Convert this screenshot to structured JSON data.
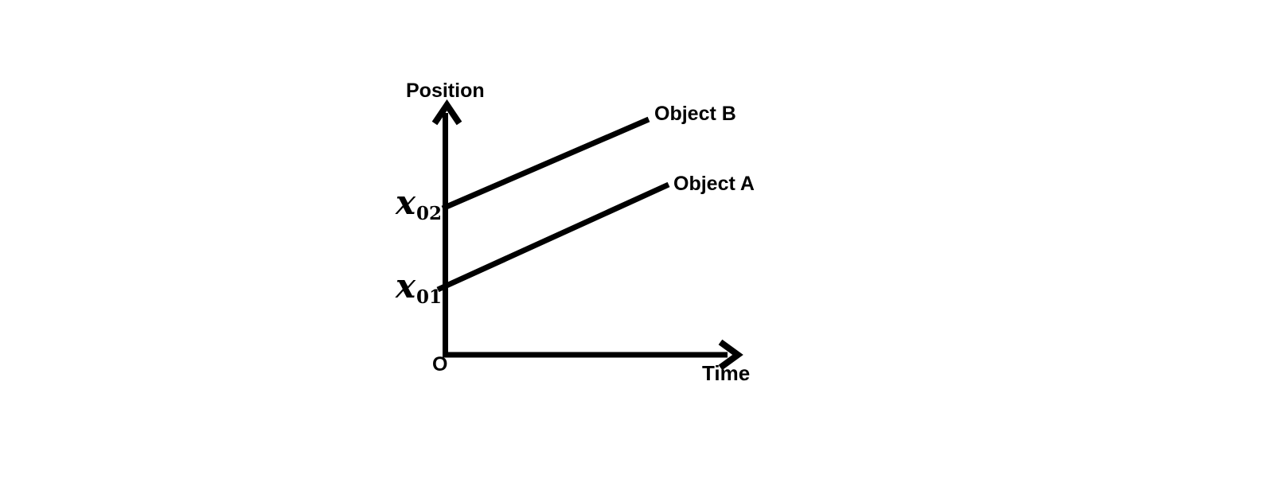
{
  "colors": {
    "ink": "#000000",
    "background": "#ffffff"
  },
  "chart_data": {
    "type": "line",
    "title": "",
    "xlabel": "Time",
    "ylabel": "Position",
    "origin_label": "O",
    "axes": {
      "numeric_ticks": false,
      "grid": false,
      "x_range_norm": [
        0,
        1
      ],
      "y_range_norm": [
        0,
        1
      ]
    },
    "legend_position": "labels at right end of each line",
    "series": [
      {
        "name": "Object A",
        "intercept_base": "x",
        "intercept_sub": "01",
        "points_norm": [
          [
            0.0,
            0.27
          ],
          [
            0.76,
            0.68
          ]
        ],
        "slope_norm": 0.54
      },
      {
        "name": "Object B",
        "intercept_base": "x",
        "intercept_sub": "02",
        "points_norm": [
          [
            0.0,
            0.59
          ],
          [
            0.7,
            0.94
          ]
        ],
        "slope_norm": 0.51
      }
    ],
    "reading": "Two straight, nearly parallel position-time lines: both objects move with the same constant velocity; Object B starts at a higher initial position (x02 > x01)."
  }
}
